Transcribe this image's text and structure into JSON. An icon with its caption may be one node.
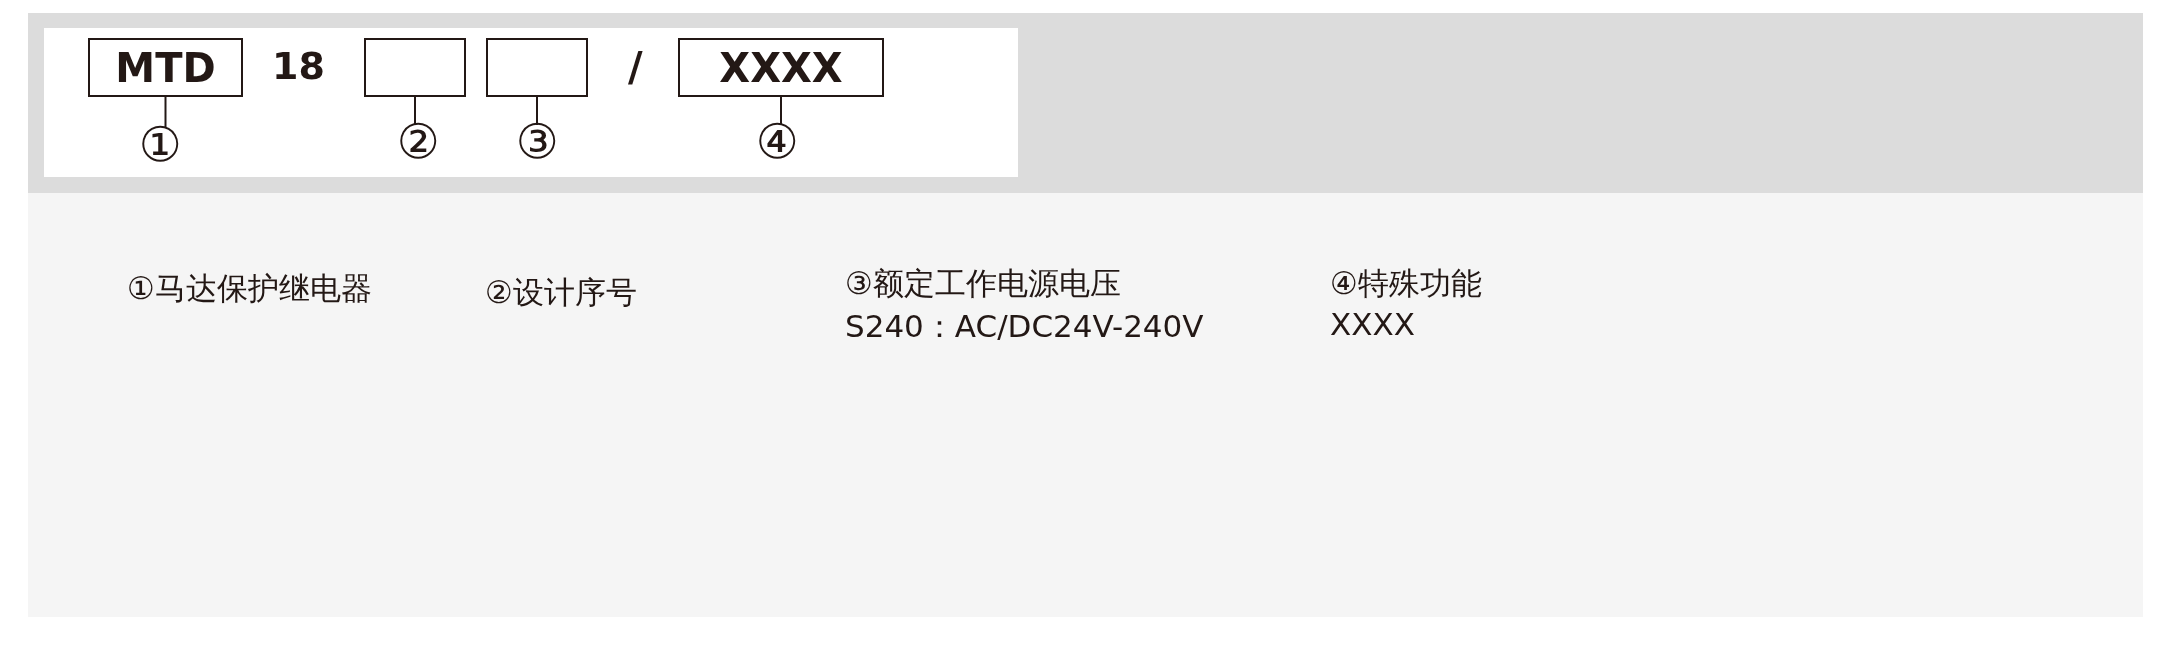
{
  "diagram": {
    "nodes": [
      {
        "text": [
          "MTD"
        ]
      },
      {
        "text": [],
        "shape": "box"
      },
      {
        "text": [],
        "shape": "box"
      },
      {
        "text": [
          "XXXX"
        ]
      },
      {
        "text": [
          "①"
        ]
      },
      {
        "text": [
          "②"
        ]
      },
      {
        "text": [
          "③"
        ]
      },
      {
        "text": [
          "④"
        ]
      }
    ],
    "edges": [
      {
        "from": 4,
        "to": 0,
        "arrow": "none"
      },
      {
        "from": 5,
        "to": 1,
        "arrow": "none"
      },
      {
        "from": 6,
        "to": 2,
        "arrow": "none"
      },
      {
        "from": 7,
        "to": 3,
        "arrow": "none"
      }
    ],
    "labels": [
      "18",
      "/",
      "①马达保护继电器",
      "②设计序号",
      "③额定工作电源电压",
      "S240：AC/DC24V-240V",
      "④特殊功能",
      "XXXX"
    ]
  }
}
